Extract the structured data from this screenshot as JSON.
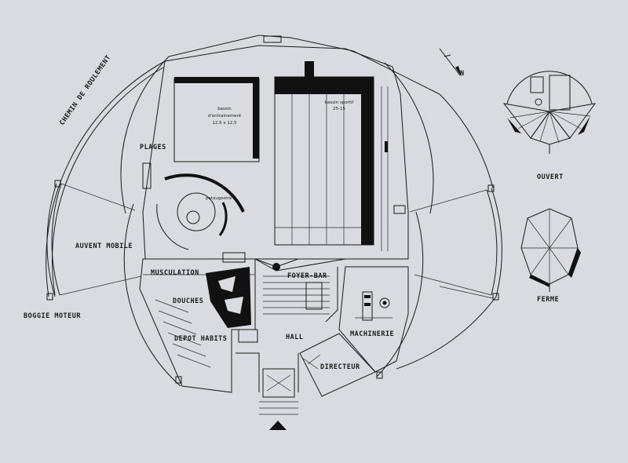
{
  "labels": {
    "chemin": "CHEMIN DE ROULEMENT",
    "plages": "PLAGES",
    "auvent": "AUVENT MOBILE",
    "boggie": "BOGGIE MOTEUR",
    "musculation": "MUSCULATION",
    "douches": "DOUCHES",
    "depot": "DEPOT HABITS",
    "hall": "HALL",
    "foyer": "FOYER-BAR",
    "machinerie": "MACHINERIE",
    "directeur": "DIRECTEUR",
    "ouvert": "OUVERT",
    "ferme": "FERME",
    "north": "N"
  },
  "pools": {
    "training_line1": "bassin",
    "training_line2": "d'entrainement",
    "training_dim": "12,5 x 12,5",
    "sport_line1": "bassin sportif",
    "sport_dim": "25-15",
    "kids": "pataugeoire"
  },
  "colors": {
    "paper": "#d9dbe0",
    "ink": "#111111"
  }
}
